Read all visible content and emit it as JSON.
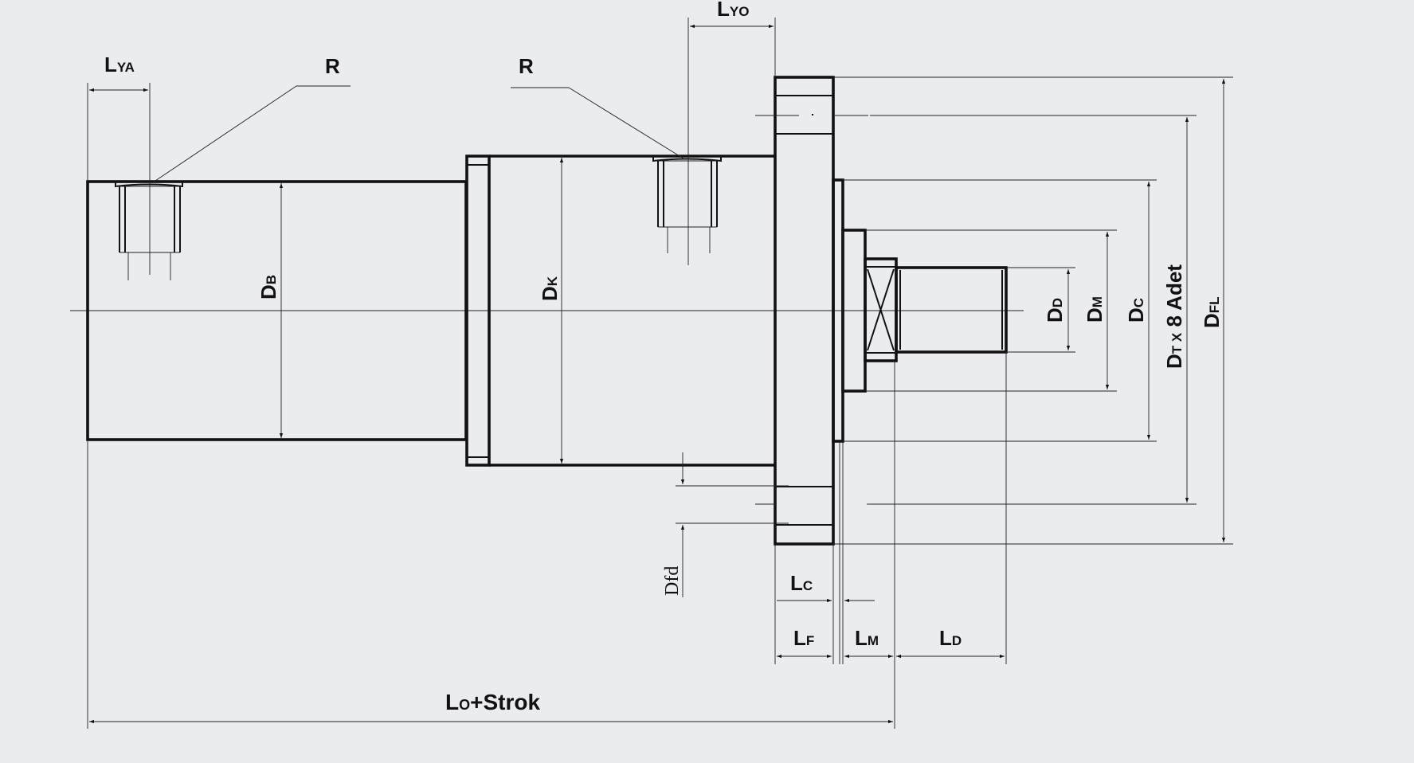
{
  "labels": {
    "r_left": "R",
    "r_right": "R",
    "lya_main": "L",
    "lya_sub": "YA",
    "lyo_main": "L",
    "lyo_sub": "YO",
    "db_main": "D",
    "db_sub": "B",
    "dk_main": "D",
    "dk_sub": "K",
    "dd_main": "D",
    "dd_sub": "D",
    "dm_main": "D",
    "dm_sub": "M",
    "dc_main": "D",
    "dc_sub": "C",
    "dt_main": "D",
    "dt_sub": "T X",
    "dt_suffix": " 8 Adet",
    "dfl_main": "D",
    "dfl_sub": "FL",
    "dfd": "Dfd",
    "lc_main": "L",
    "lc_sub": "C",
    "lf_main": "L",
    "lf_sub": "F",
    "lm_main": "L",
    "lm_sub": "M",
    "ld_main": "L",
    "ld_sub": "D",
    "lo_main": "L",
    "lo_sub": "O",
    "lo_suffix": "+Strok"
  },
  "colors": {
    "background": "#ebecf0",
    "line": "#111111"
  }
}
